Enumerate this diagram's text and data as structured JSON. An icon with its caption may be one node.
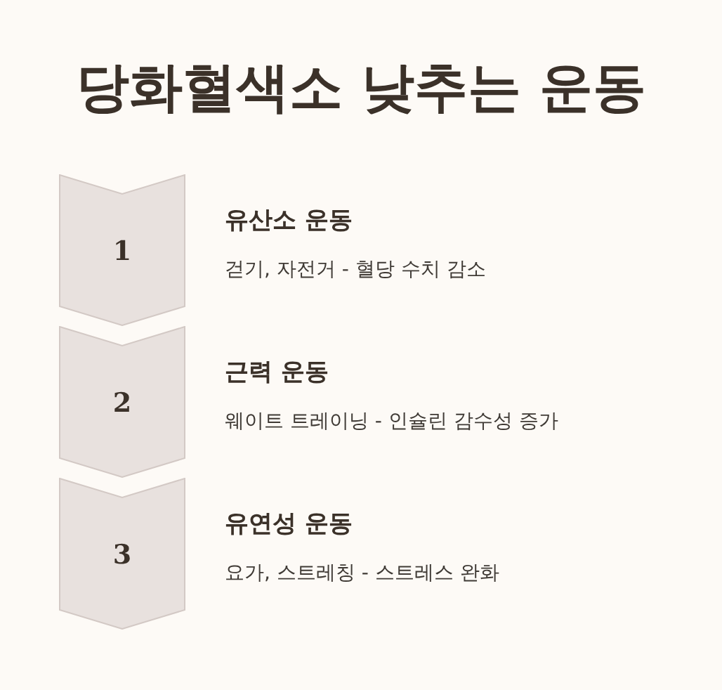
{
  "diagram": {
    "title": "당화혈색소 낮추는 운동",
    "nodes": [
      {
        "text": [
          "1"
        ],
        "beside": [
          "유산소 운동",
          "걷기, 자전거 - 혈당 수치 감소"
        ]
      },
      {
        "text": [
          "2"
        ],
        "beside": [
          "근력 운동",
          "웨이트 트레이닝 - 인슐린 감수성 증가"
        ]
      },
      {
        "text": [
          "3"
        ],
        "beside": [
          "유연성 운동",
          "요가, 스트레칭 - 스트레스 완화"
        ]
      }
    ]
  }
}
